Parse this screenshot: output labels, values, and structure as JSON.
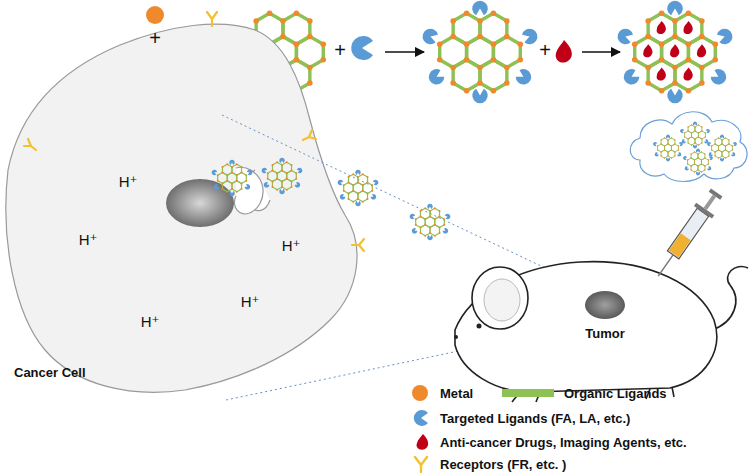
{
  "diagram": {
    "labels": [
      "+",
      "+",
      "+",
      "H⁺",
      "H⁺",
      "H⁺",
      "H⁺",
      "H⁺",
      "Tumor",
      "Cancer Cell"
    ],
    "legend": [
      {
        "text": "Metal",
        "color": "#f0892c"
      },
      {
        "text": "Organic Ligands",
        "color": "#8dc153"
      },
      {
        "text": "Targeted Ligands (FA, LA, etc.)",
        "color": "#5b9bd5"
      },
      {
        "text": "Anti-cancer Drugs, Imaging Agents, etc.",
        "color": "#c00018"
      },
      {
        "text": "Receptors (FR, etc. )",
        "color": "#f2c12e"
      }
    ]
  }
}
